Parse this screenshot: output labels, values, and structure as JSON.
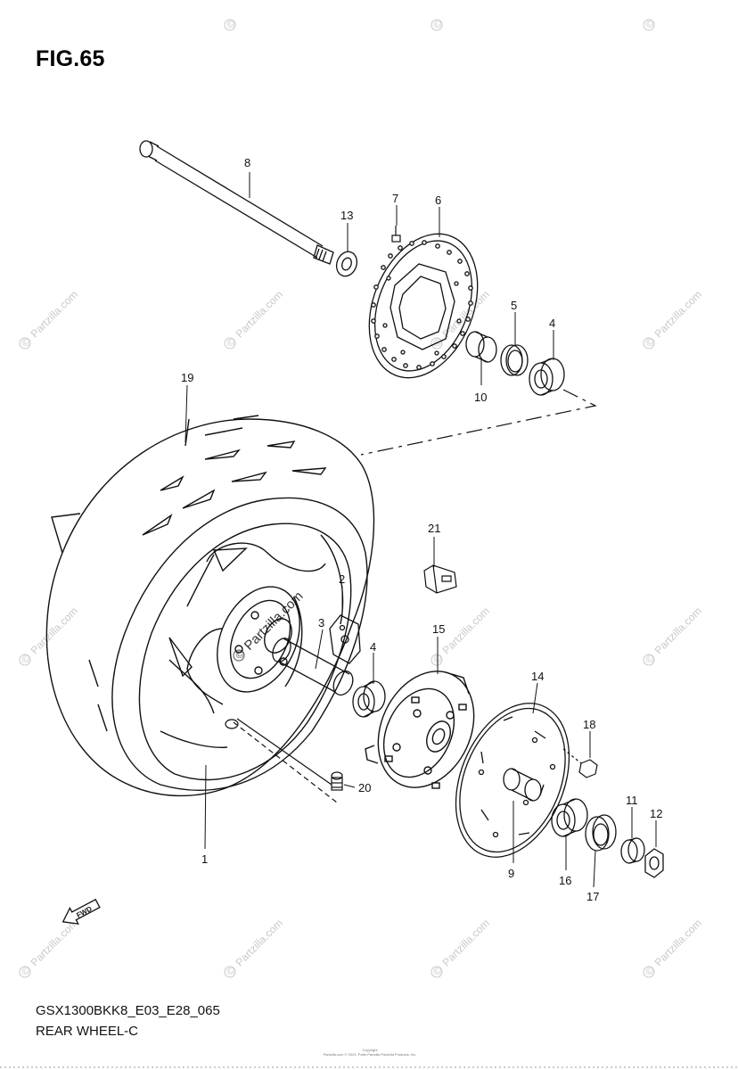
{
  "figure": {
    "title": "FIG.65",
    "model_code": "GSX1300BKK8_E03_E28_065",
    "diagram_title": "REAR WHEEL-C",
    "copyright_line1": "Copyright",
    "copyright_line2": "Partzilla.com © 2024. Parts Partzilla Partzilla Products, Inc."
  },
  "watermark": {
    "text": "Partzilla.com",
    "symbol": "©"
  },
  "fwd_label": "FWD",
  "parts": [
    {
      "number": "1",
      "name": "wheel"
    },
    {
      "number": "2",
      "name": "bracket"
    },
    {
      "number": "3",
      "name": "spacer"
    },
    {
      "number": "4",
      "name": "bearing"
    },
    {
      "number": "5",
      "name": "oil-seal"
    },
    {
      "number": "6",
      "name": "brake-disc"
    },
    {
      "number": "7",
      "name": "disc-bolt"
    },
    {
      "number": "8",
      "name": "axle"
    },
    {
      "number": "9",
      "name": "hub-spacer"
    },
    {
      "number": "10",
      "name": "collar"
    },
    {
      "number": "11",
      "name": "washer"
    },
    {
      "number": "12",
      "name": "axle-nut"
    },
    {
      "number": "13",
      "name": "washer"
    },
    {
      "number": "14",
      "name": "sprocket"
    },
    {
      "number": "15",
      "name": "sprocket-mount"
    },
    {
      "number": "16",
      "name": "bearing"
    },
    {
      "number": "17",
      "name": "oil-seal"
    },
    {
      "number": "18",
      "name": "sprocket-nut"
    },
    {
      "number": "19",
      "name": "tire"
    },
    {
      "number": "20",
      "name": "valve"
    },
    {
      "number": "21",
      "name": "balancer-weight"
    }
  ]
}
